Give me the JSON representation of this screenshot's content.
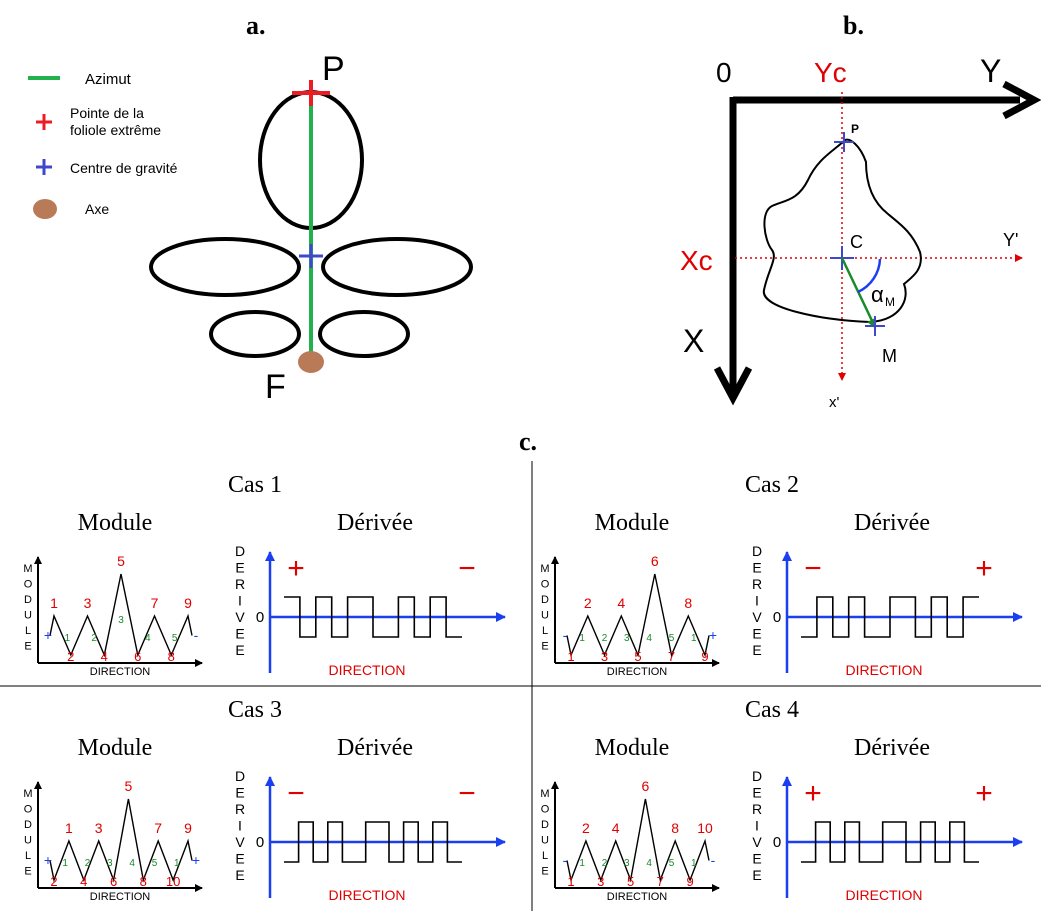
{
  "panel_a": {
    "label": "a.",
    "legend": {
      "azimut": "Azimut",
      "pointe_line1": "Pointe de la",
      "pointe_line2": "foliole extrême",
      "centre": "Centre de gravité",
      "axe": "Axe"
    },
    "point_p": "P",
    "point_f": "F",
    "colors": {
      "azimut": "#22b14c",
      "pointe": "#ed1c24",
      "centre": "#3f48cc",
      "axe": "#b97a57"
    }
  },
  "panel_b": {
    "label": "b.",
    "origin": "0",
    "yc": "Yc",
    "y": "Y",
    "xc": "Xc",
    "x": "X",
    "p": "P",
    "c": "C",
    "y_prime": "Y'",
    "x_prime": "x'",
    "alpha": "α",
    "alpha_sub": "M",
    "m": "M"
  },
  "panel_c": {
    "label": "c.",
    "module_title": "Module",
    "derivee_title": "Dérivée",
    "module_axis_letters": [
      "M",
      "O",
      "D",
      "U",
      "L",
      "E"
    ],
    "derivee_axis_letters": [
      "D",
      "E",
      "R",
      "I",
      "V",
      "E",
      "E"
    ],
    "module_xlabel": "DIRECTION",
    "derivee_xlabel": "DIRECTION",
    "zero": "0",
    "cases": [
      {
        "title": "Cas 1",
        "left_sign": "+",
        "right_sign": "-",
        "peaks": [
          "1",
          "3",
          "5",
          "7",
          "9"
        ],
        "valleys": [
          "2",
          "4",
          "6",
          "8"
        ],
        "green": [
          "1",
          "2",
          "3",
          "4",
          "5"
        ],
        "deriv_left": "+",
        "deriv_right": "−"
      },
      {
        "title": "Cas 2",
        "left_sign": "-",
        "right_sign": "+",
        "peaks": [
          "2",
          "4",
          "6",
          "8"
        ],
        "valleys": [
          "1",
          "3",
          "5",
          "7",
          "9"
        ],
        "green": [
          "1",
          "2",
          "3",
          "4",
          "5",
          "1"
        ],
        "deriv_left": "−",
        "deriv_right": "+"
      },
      {
        "title": "Cas 3",
        "left_sign": "+",
        "right_sign": "+",
        "peaks": [
          "1",
          "3",
          "5",
          "7",
          "9"
        ],
        "valleys": [
          "2",
          "4",
          "6",
          "8",
          "10"
        ],
        "green": [
          "1",
          "2",
          "3",
          "4",
          "5",
          "1"
        ],
        "deriv_left": "−",
        "deriv_right": "−"
      },
      {
        "title": "Cas 4",
        "left_sign": "-",
        "right_sign": "-",
        "peaks": [
          "2",
          "4",
          "6",
          "8",
          "10"
        ],
        "valleys": [
          "1",
          "3",
          "5",
          "7",
          "9"
        ],
        "green": [
          "1",
          "2",
          "3",
          "4",
          "5",
          "1"
        ],
        "deriv_left": "+",
        "deriv_right": "+"
      }
    ]
  }
}
